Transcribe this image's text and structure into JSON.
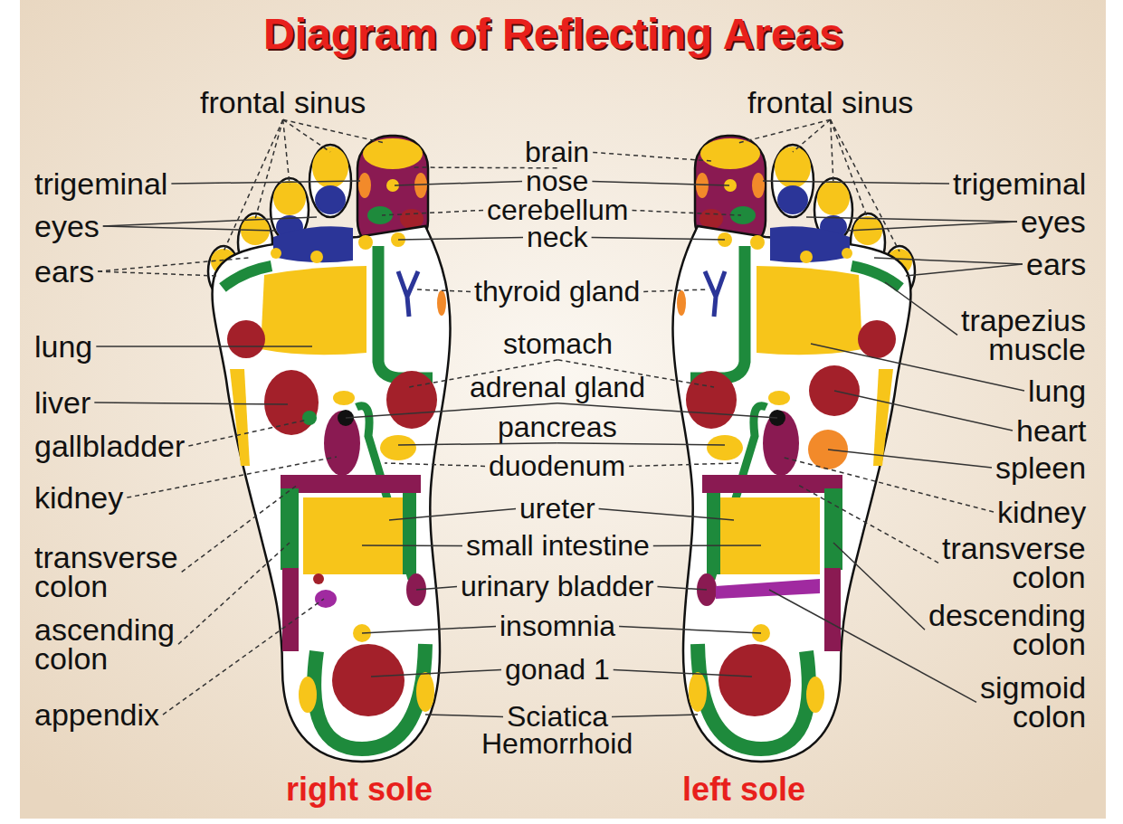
{
  "diagram": {
    "title": "Diagram of Reflecting Areas",
    "labels": [
      "frontal sinus",
      "trigeminal",
      "eyes",
      "ears",
      "lung",
      "liver",
      "gallbladder",
      "kidney",
      "transverse colon",
      "ascending colon",
      "appendix",
      "brain",
      "nose",
      "cerebellum",
      "neck",
      "thyroid gland",
      "stomach",
      "adrenal gland",
      "pancreas",
      "duodenum",
      "ureter",
      "small intestine",
      "urinary bladder",
      "insomnia",
      "gonad 1",
      "Sciatica",
      "Hemorrhoid",
      "frontal sinus",
      "trigeminal",
      "eyes",
      "ears",
      "trapezius muscle",
      "lung",
      "heart",
      "spleen",
      "kidney",
      "transverse colon",
      "descending colon",
      "sigmoid colon",
      "right sole",
      "left sole"
    ]
  }
}
